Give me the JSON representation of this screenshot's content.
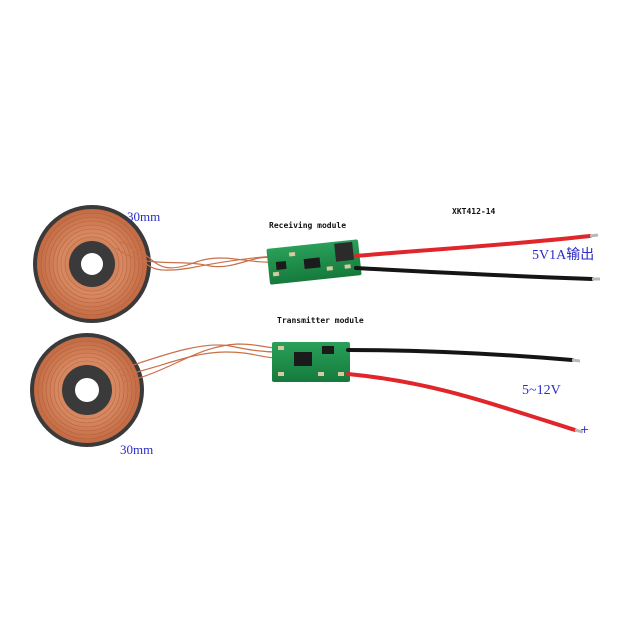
{
  "labels": {
    "model": "XKT412-14",
    "receiving_module": "Receiving module",
    "transmitter_module": "Transmitter module",
    "receiver_coil_size": "30mm",
    "transmitter_coil_size": "30mm",
    "output_spec": "5V1A输出",
    "input_spec": "5~12V",
    "plus_marker": "+"
  },
  "colors": {
    "coil_copper": "#c8704a",
    "coil_backing": "#3c3c3c",
    "pcb_green": "#1f8a4a",
    "wire_red": "#e0262a",
    "wire_black": "#151515",
    "label_blue": "#2c2cc8"
  }
}
